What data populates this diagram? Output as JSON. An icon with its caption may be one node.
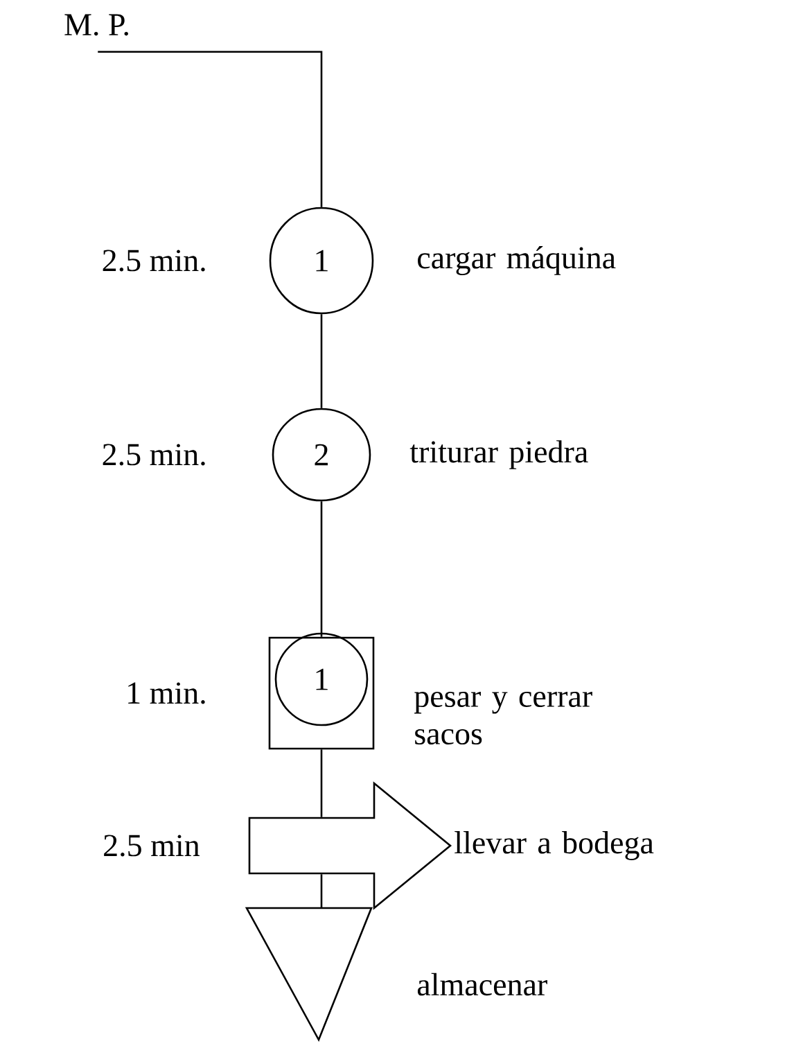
{
  "diagram": {
    "nodes": [
      {
        "text": [
          "M. P."
        ]
      },
      {
        "text": [
          "1"
        ],
        "beside": [
          "2.5 min.",
          "cargar máquina"
        ]
      },
      {
        "text": [
          "2"
        ],
        "beside": [
          "2.5 min.",
          "triturar piedra"
        ]
      },
      {
        "text": [],
        "shape": "box",
        "beside": [
          "1 min.",
          "pesar y cerrar sacos"
        ]
      },
      {
        "text": [
          "1"
        ],
        "in": 3
      },
      {
        "text": [],
        "shape": "arrow",
        "beside": [
          "2.5 min",
          "llevar a bodega"
        ]
      },
      {
        "text": [],
        "shape": "triangle",
        "beside": [
          "almacenar"
        ]
      }
    ],
    "edges": [
      {
        "from": 0,
        "to": 1,
        "arrow": "none"
      },
      {
        "from": 1,
        "to": 2,
        "arrow": "none"
      },
      {
        "from": 2,
        "to": 3,
        "arrow": "none"
      },
      {
        "from": 3,
        "to": 5,
        "arrow": "none"
      },
      {
        "from": 5,
        "to": 6,
        "arrow": "none"
      }
    ]
  }
}
